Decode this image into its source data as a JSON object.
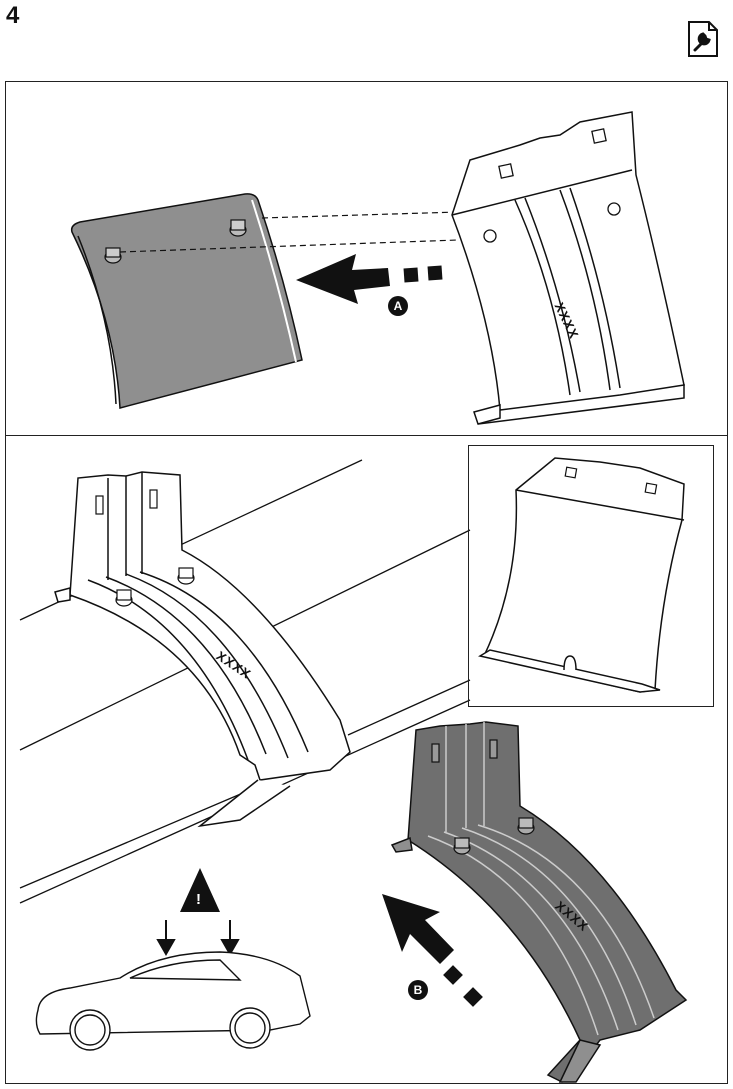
{
  "header": {
    "step_number": "4",
    "tool_icon": "wrench-document-icon"
  },
  "panel_top": {
    "label_a": "A",
    "part_marking": "XXXX"
  },
  "panel_bottom": {
    "label_b": "B",
    "part_marking_mounted": "XXXX",
    "part_marking_loose": "XXXX",
    "warning_symbol": "!",
    "warning_icon": "warning-triangle-icon",
    "car_icon": "car-side-icon"
  },
  "colors": {
    "line": "#111111",
    "part_gray": "#8f8f8f",
    "part_dark_gray": "#6f6f6f",
    "background": "#ffffff"
  }
}
